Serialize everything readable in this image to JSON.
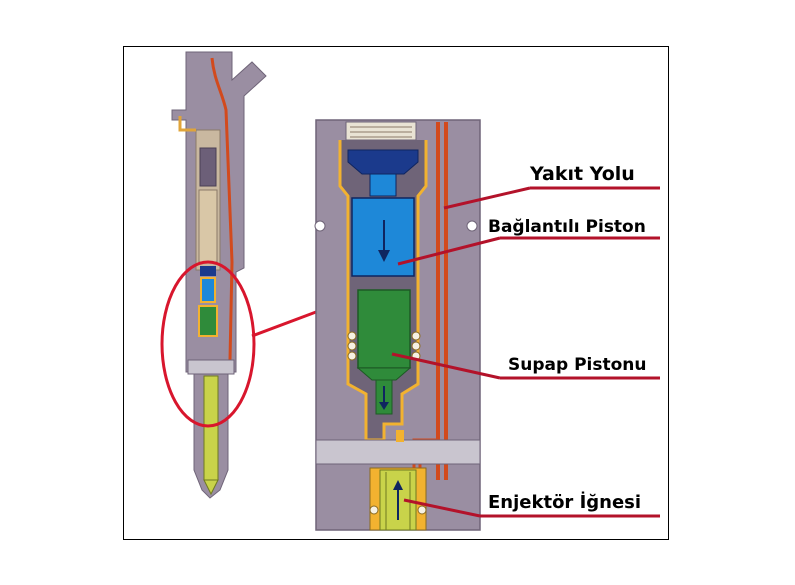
{
  "labels": {
    "fuel_path": "Yakıt Yolu",
    "connected_piston": "Bağlantılı Piston",
    "valve_piston": "Supap Pistonu",
    "injector_needle": "Enjektör İğnesi"
  },
  "colors": {
    "body": "#9a8ea2",
    "body_dark": "#6f6478",
    "body_light": "#d6d3dc",
    "fuel_red": "#d24a1d",
    "chamber_yellow": "#f2b230",
    "piston_blue": "#1e88d8",
    "piston_navy": "#1b3a8c",
    "valve_green": "#2f8b3a",
    "needle_yellowgreen": "#c9d34a",
    "callout_red": "#b3122a"
  }
}
